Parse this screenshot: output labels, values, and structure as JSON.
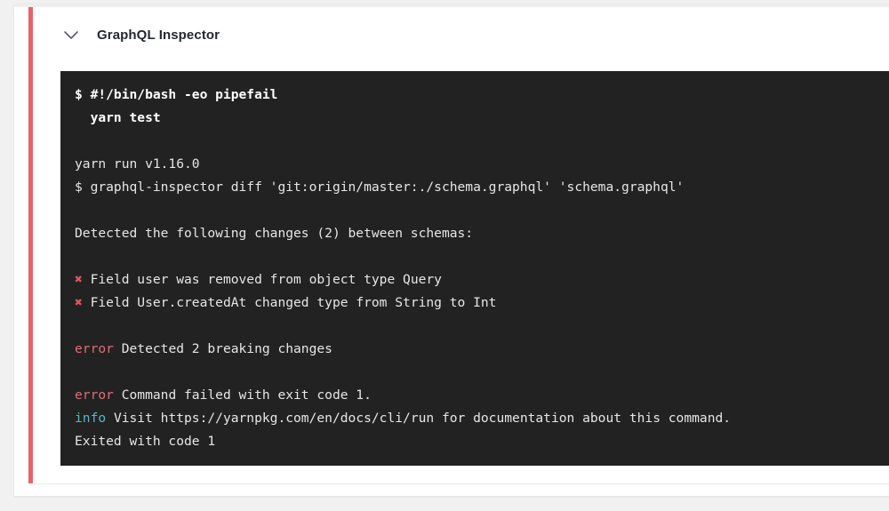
{
  "header": {
    "title": "GraphQL Inspector",
    "chevron_icon": "chevron-down-icon"
  },
  "terminal": {
    "background_color": "#222222",
    "text_color": "#e6e6e6",
    "error_color": "#e06c75",
    "info_color": "#56b6c2",
    "cross_color": "#e05561",
    "lines": [
      {
        "id": "cmd-shebang",
        "type": "command",
        "text": "$ #!/bin/bash -eo pipefail"
      },
      {
        "id": "cmd-yarn-test",
        "type": "command",
        "text": "  yarn test"
      },
      {
        "id": "blank-1",
        "type": "blank",
        "text": ""
      },
      {
        "id": "out-yarn-run",
        "type": "output",
        "text": "yarn run v1.16.0"
      },
      {
        "id": "out-inspector-diff",
        "type": "output",
        "text": "$ graphql-inspector diff 'git:origin/master:./schema.graphql' 'schema.graphql'"
      },
      {
        "id": "blank-2",
        "type": "blank",
        "text": ""
      },
      {
        "id": "out-detected",
        "type": "output",
        "text": "Detected the following changes (2) between schemas:"
      },
      {
        "id": "blank-3",
        "type": "blank",
        "text": ""
      },
      {
        "id": "change-1",
        "type": "change",
        "marker": "✖",
        "text": "Field user was removed from object type Query"
      },
      {
        "id": "change-2",
        "type": "change",
        "marker": "✖",
        "text": "Field User.createdAt changed type from String to Int"
      },
      {
        "id": "blank-4",
        "type": "blank",
        "text": ""
      },
      {
        "id": "err-breaking",
        "type": "labeled",
        "label": "error",
        "label_kind": "error",
        "text": " Detected 2 breaking changes"
      },
      {
        "id": "blank-5",
        "type": "blank",
        "text": ""
      },
      {
        "id": "err-exit-code",
        "type": "labeled",
        "label": "error",
        "label_kind": "error",
        "text": " Command failed with exit code 1."
      },
      {
        "id": "info-visit",
        "type": "labeled",
        "label": "info",
        "label_kind": "info",
        "text": " Visit https://yarnpkg.com/en/docs/cli/run for documentation about this command."
      },
      {
        "id": "out-exited",
        "type": "output",
        "text": "Exited with code 1"
      }
    ]
  },
  "accent": {
    "color": "#e8636a"
  }
}
